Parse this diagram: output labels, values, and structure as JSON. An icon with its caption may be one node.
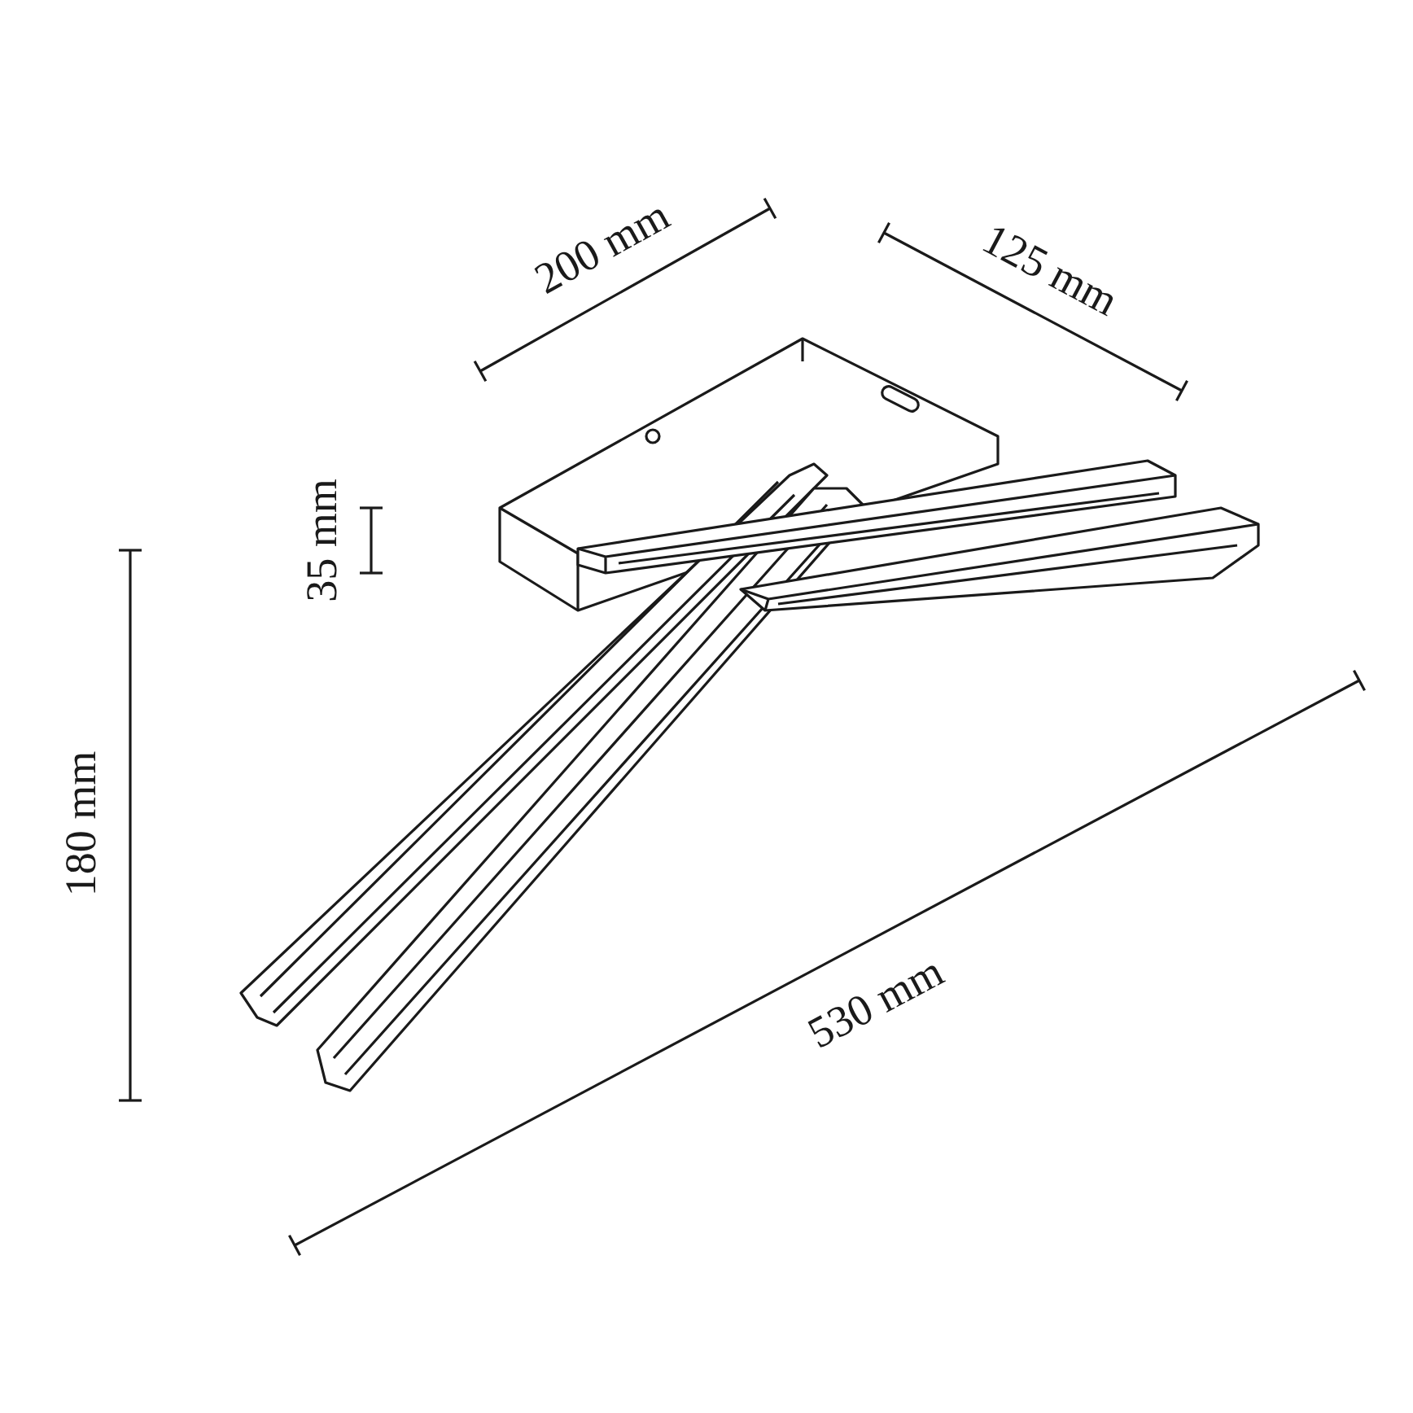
{
  "diagram": {
    "labels": [
      "200 mm",
      "125 mm",
      "35 mm",
      "180 mm",
      "530 mm"
    ]
  }
}
